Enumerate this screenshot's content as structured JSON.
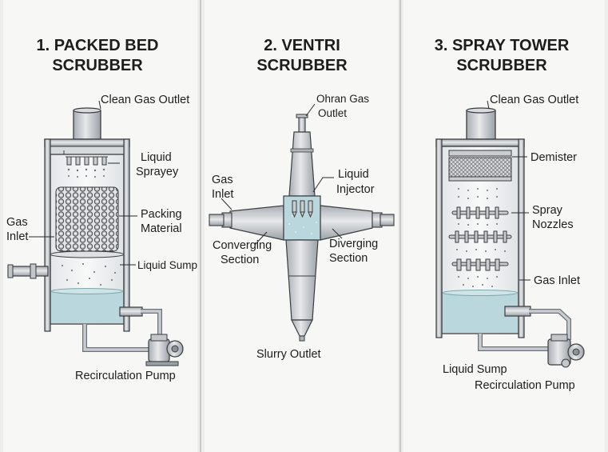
{
  "panels": [
    {
      "title_line1": "1. PACKED BED",
      "title_line2": "SCRUBBER",
      "labels": {
        "clean_gas_outlet": "Clean Gas Outlet",
        "liquid_sprayer_1": "Liquid",
        "liquid_sprayer_2": "Sprayey",
        "gas_inlet_1": "Gas",
        "gas_inlet_2": "Inlet",
        "packing_1": "Packing",
        "packing_2": "Material",
        "liquid_sump": "Liquid Sump",
        "recirculation_pump": "Recirculation Pump"
      }
    },
    {
      "title_line1": "2. VENTRI",
      "title_line2": "SCRUBBER",
      "labels": {
        "clean_gas_outlet_1": "Ohran Gas",
        "clean_gas_outlet_2": "Outlet",
        "gas_inlet_1": "Gas",
        "gas_inlet_2": "Inlet",
        "liquid_injector_1": "Liquid",
        "liquid_injector_2": "Injector",
        "converging_1": "Converging",
        "converging_2": "Section",
        "diverging_1": "Diverging",
        "diverging_2": "Section",
        "slurry_outlet": "Slurry Outlet"
      }
    },
    {
      "title_line1": "3. SPRAY TOWER",
      "title_line2": "SCRUBBER",
      "labels": {
        "clean_gas_outlet": "Clean Gas Outlet",
        "demister": "Demister",
        "spray_nozzles_1": "Spray",
        "spray_nozzles_2": "Nozzles",
        "gas_inlet": "Gas Inlet",
        "liquid_sump": "Liquid Sump",
        "recirculation_pump": "Recirculation Pump"
      }
    }
  ],
  "colors": {
    "background": "#ededeb",
    "panel": "#f7f7f5",
    "steel": "#c9cdd0",
    "steel_dark": "#8a9096",
    "outline": "#3a3d40",
    "water": "#b9d7dc",
    "text": "#1d1d1d"
  }
}
